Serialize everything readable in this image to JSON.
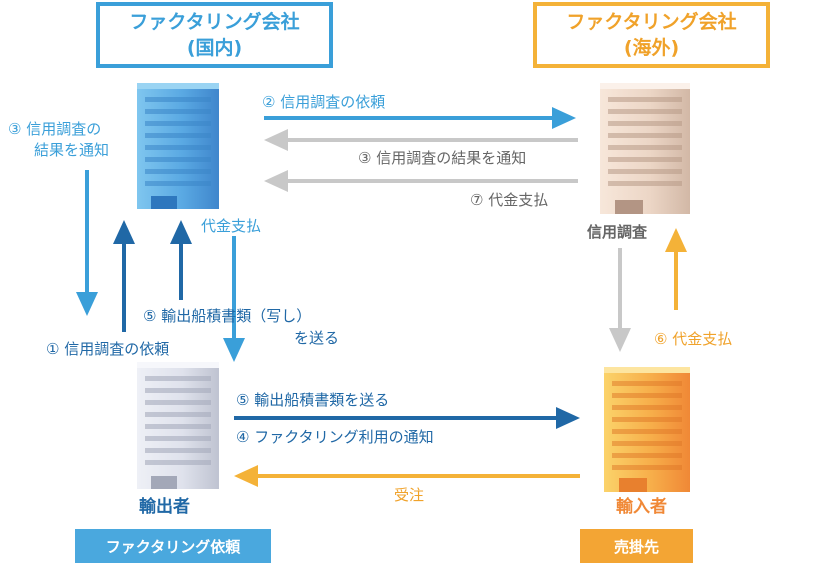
{
  "colors": {
    "blue": "#3a9fd9",
    "navy": "#2068a6",
    "gray": "#c8c8c8",
    "orange": "#f4b238",
    "tag_blue": "#4aa8de",
    "tag_orange": "#f3a534"
  },
  "boxes": {
    "domestic": {
      "line1": "ファクタリング会社",
      "line2": "(国内)"
    },
    "overseas": {
      "line1": "ファクタリング会社",
      "line2": "(海外)"
    }
  },
  "labels": {
    "step2_credit_request": "② 信用調査の依頼",
    "step3_result_notice_right": "③ 信用調査の結果を通知",
    "step7_payment": "⑦ 代金支払",
    "step3_left_line1": "③ 信用調査の",
    "step3_left_line2": "結果を通知",
    "payment_domestic": "代金支払",
    "credit_check": "信用調査",
    "step5_copy_line1": "⑤ 輸出船積書類（写し）",
    "step5_copy_line2": "を送る",
    "step1_credit_request": "① 信用調査の依頼",
    "step6_payment": "⑥ 代金支払",
    "step5_send_docs": "⑤ 輸出船積書類を送る",
    "step4_notice": "④ ファクタリング利用の通知",
    "order": "受注",
    "exporter": "輸出者",
    "importer": "輸入者"
  },
  "tags": {
    "exporter_tag": "ファクタリング依頼",
    "importer_tag": "売掛先"
  },
  "icons": {
    "domestic_building": "office-building-icon",
    "overseas_building": "office-building-icon",
    "exporter_building": "office-building-icon",
    "importer_building": "office-building-icon"
  }
}
